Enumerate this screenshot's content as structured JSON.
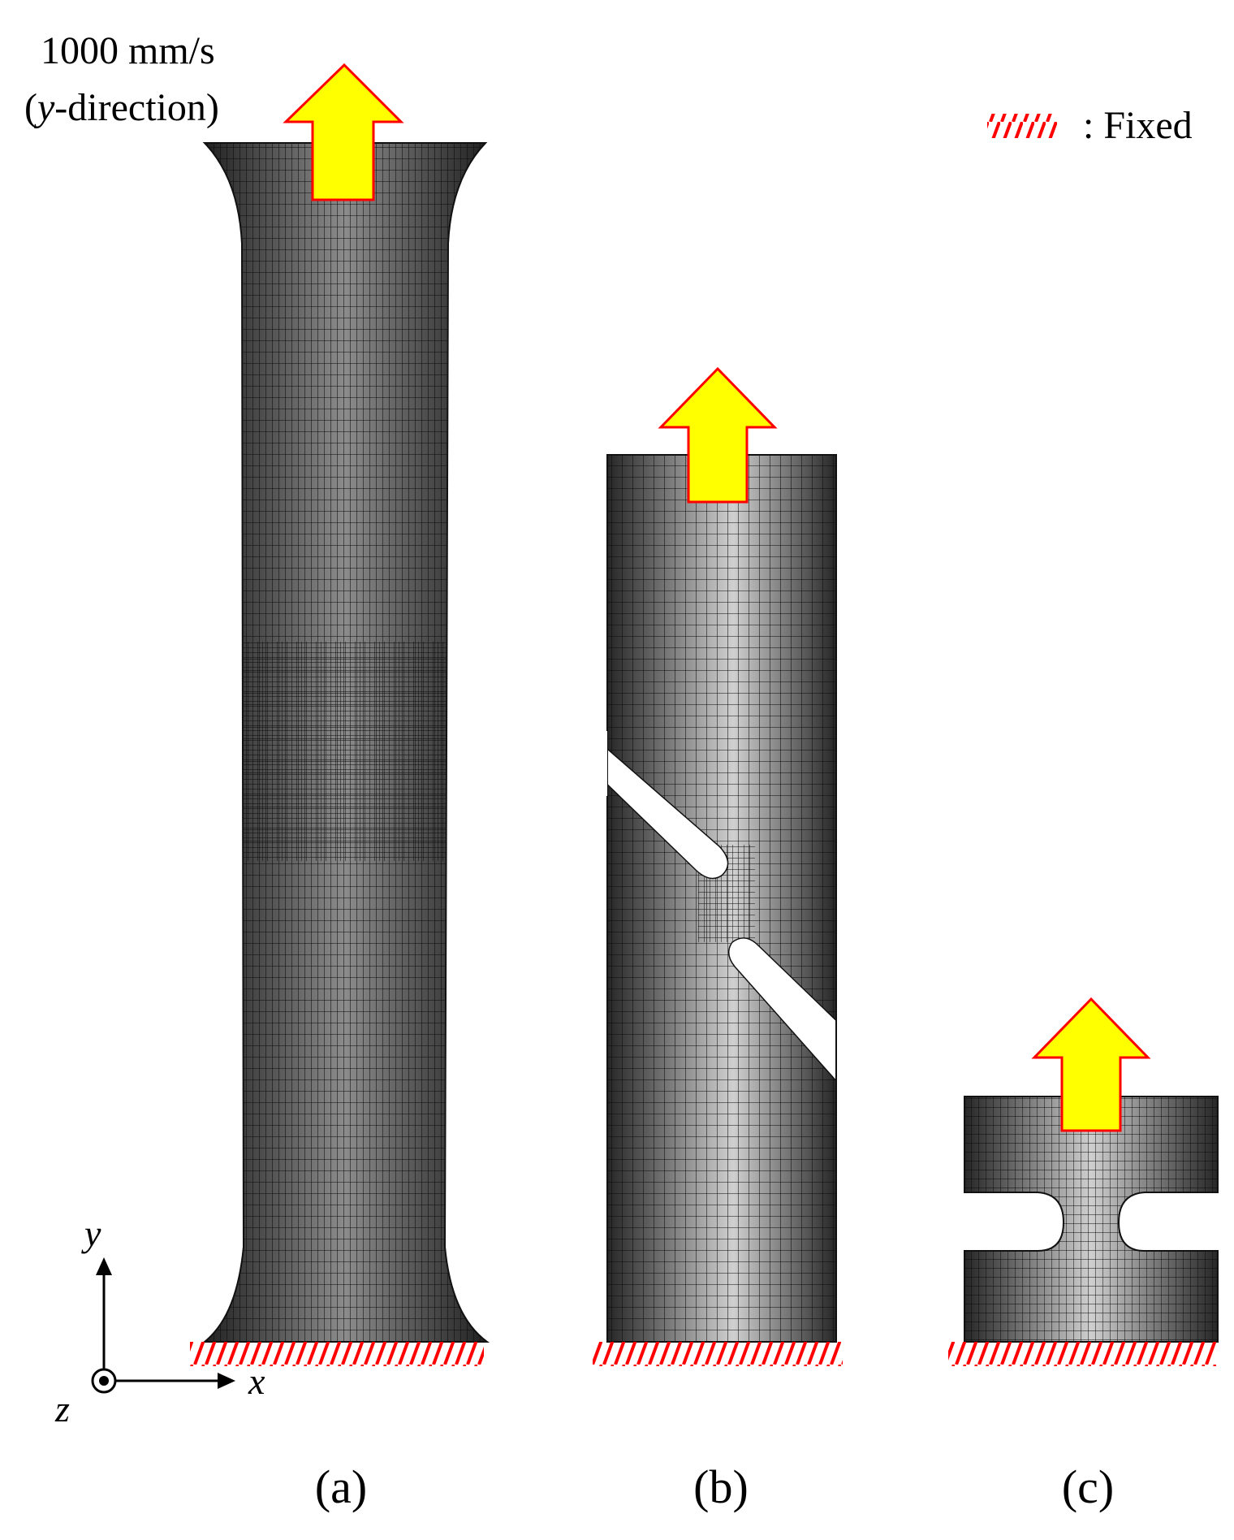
{
  "velocity": {
    "value": "1000 mm/s",
    "var": "y",
    "rest": "-direction)"
  },
  "legend": {
    "text": ": Fixed"
  },
  "axes": {
    "y": "y",
    "x": "x",
    "z": "z"
  },
  "captions": {
    "a": "(a)",
    "b": "(b)",
    "c": "(c)"
  },
  "colors": {
    "arrow_fill": "#ffff00",
    "arrow_stroke": "#ff0000",
    "hatch": "#ff0000",
    "mesh_dark": "#2b2b2b",
    "mesh_light": "#c8c8c8",
    "mesh_line": "#111111"
  },
  "icons": {
    "load_arrow": "yellow-up-arrow-icon",
    "fixed_support": "red-hatch-icon",
    "z_axis": "out-of-plane-dot-icon"
  }
}
